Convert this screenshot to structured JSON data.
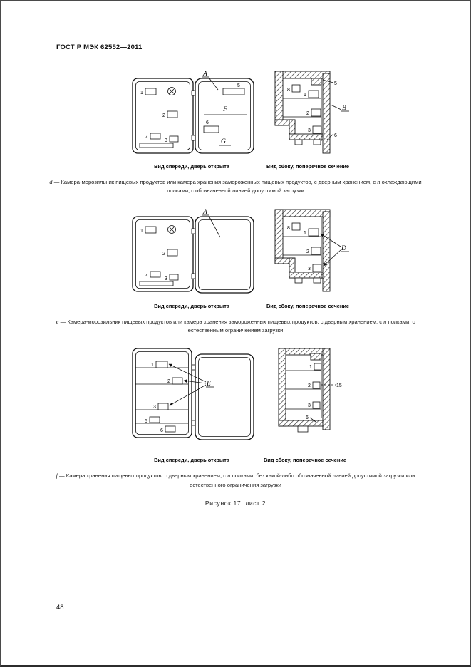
{
  "header": {
    "title": "ГОСТ Р МЭК 62552—2011"
  },
  "captions": {
    "front": "Вид спереди, дверь открыта",
    "side": "Вид сбоку, поперечное сечение"
  },
  "callouts": {
    "1": "1",
    "2": "2",
    "3": "3",
    "4": "4",
    "5": "5",
    "6": "6",
    "8": "8",
    "15": "15",
    "A": "A",
    "B": "B",
    "D": "D",
    "E": "E",
    "F": "F",
    "G": "G"
  },
  "figures": [
    {
      "letter": "d",
      "dash": "—",
      "text_before": "Камера-морозильник пищевых продуктов или камера хранения замороженных пищевых продуктов, с дверным хранением, с",
      "n": "n",
      "text_after": "охлаждающими полками, с обозначенной линией допустимой загрузки"
    },
    {
      "letter": "e",
      "dash": "—",
      "text_before": "Камера-морозильник пищевых продуктов или камера хранения замороженных пищевых продуктов, с дверным хранением, с",
      "n": "n",
      "text_after": "полками, с естественным ограничением загрузки"
    },
    {
      "letter": "f",
      "dash": "—",
      "text_before": "Камера хранения пищевых продуктов, с дверным хранением, с",
      "n": "n",
      "text_after": "полками, без какой-либо обозначенной линией допустимой загрузки или естественного ограничения загрузки"
    }
  ],
  "figure_caption": "Рисунок 17, лист 2",
  "page_number": "48"
}
